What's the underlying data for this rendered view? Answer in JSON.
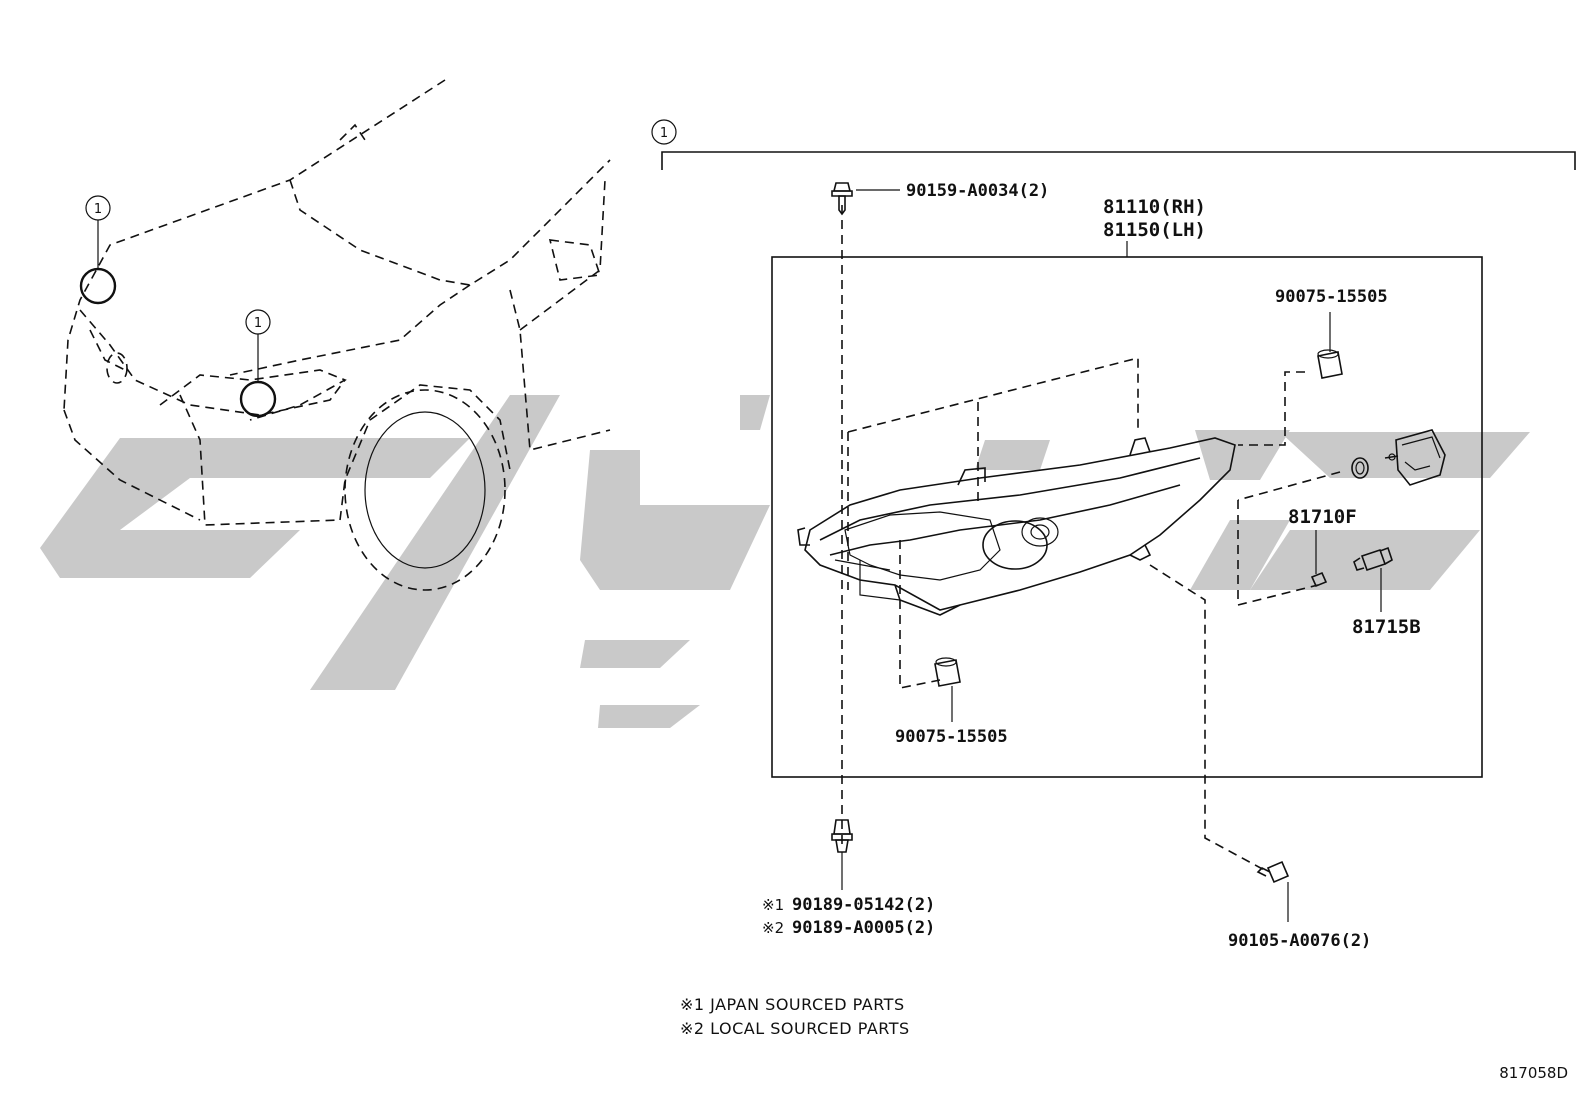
{
  "callouts": {
    "ref_1": "1"
  },
  "parts": {
    "headlamp_rh": "81110(RH)",
    "headlamp_lh": "81150(LH)",
    "bolt_top": "90159-A0034(2)",
    "cap_upper": "90075-15505",
    "cap_lower": "90075-15505",
    "bulb_socket": "81710F",
    "bulb": "81715B",
    "clip_japan": "90189-05142(2)",
    "clip_local": "90189-A0005(2)",
    "clip_japan_mark": "※1",
    "clip_local_mark": "※2",
    "bolt_bottom": "90105-A0076(2)"
  },
  "notes": {
    "japan": "※1 JAPAN SOURCED PARTS",
    "local": "※2 LOCAL SOURCED PARTS"
  },
  "diagram_code": "817058D",
  "colors": {
    "line": "#111111",
    "watermark": "#c9c9c9"
  }
}
